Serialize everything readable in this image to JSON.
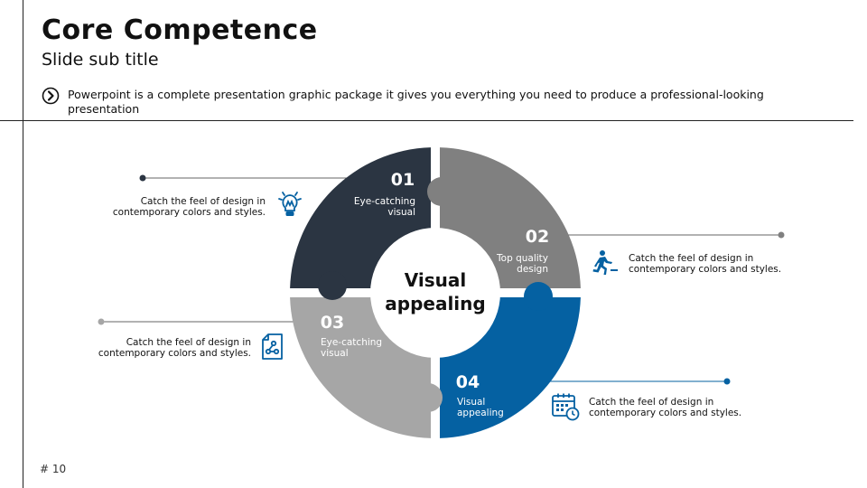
{
  "header": {
    "title": "Core Competence",
    "subtitle": "Slide sub title",
    "intro": "Powerpoint is a complete presentation graphic package it gives you everything  you need  to produce a professional-looking presentation"
  },
  "center": {
    "line1": "Visual",
    "line2": "appealing"
  },
  "segments": [
    {
      "number": "01",
      "label1": "Eye-catching",
      "label2": "visual",
      "color": "#2b3542"
    },
    {
      "number": "02",
      "label1": "Top quality",
      "label2": "design",
      "color": "#808080"
    },
    {
      "number": "03",
      "label1": "Eye-catching",
      "label2": "visual",
      "color": "#a6a6a6"
    },
    {
      "number": "04",
      "label1": "Visual",
      "label2": "appealing",
      "color": "#0561a2"
    }
  ],
  "descriptions": [
    {
      "line1": "Catch the feel of design in",
      "line2": "contemporary colors and styles.",
      "icon": "lightbulb-icon"
    },
    {
      "line1": "Catch the feel of design in",
      "line2": "contemporary colors and styles.",
      "icon": "running-person-icon"
    },
    {
      "line1": "Catch the feel of design in",
      "line2": "contemporary colors and styles.",
      "icon": "document-flowchart-icon"
    },
    {
      "line1": "Catch the feel of design in",
      "line2": "contemporary colors and styles.",
      "icon": "calendar-clock-icon"
    }
  ],
  "footer": {
    "page": "# 10"
  },
  "colors": {
    "accent": "#0561a2",
    "dark": "#2b3542",
    "connector": "#555555"
  }
}
